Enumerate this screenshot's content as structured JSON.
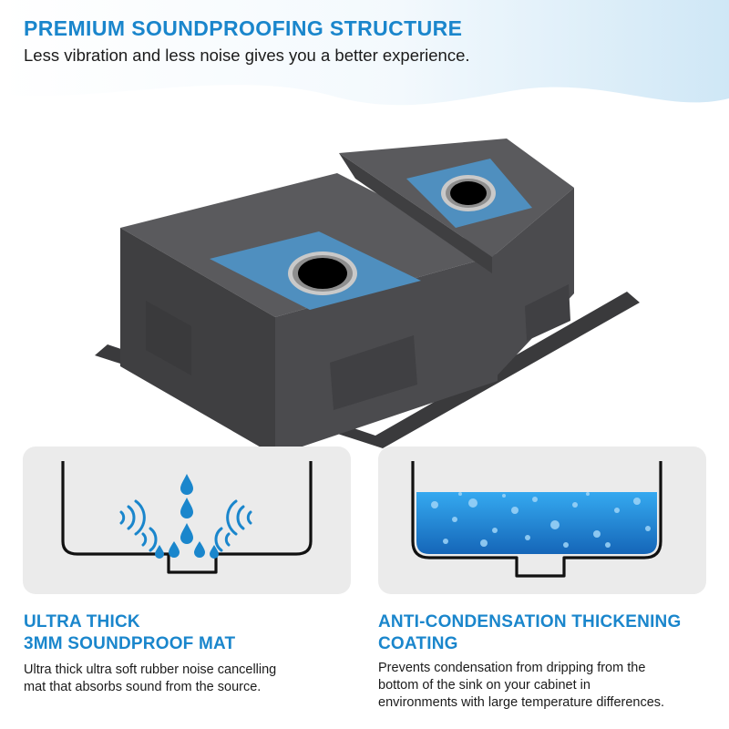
{
  "header": {
    "title": "PREMIUM SOUNDPROOFING STRUCTURE",
    "subtitle": "Less vibration and less noise gives you a better experience."
  },
  "features": [
    {
      "title_line1": "ULTRA THICK",
      "title_line2": "3MM SOUNDPROOF MAT",
      "desc_line1": "Ultra thick ultra soft rubber noise cancelling",
      "desc_line2": "mat that absorbs sound from the source."
    },
    {
      "title_line1": "ANTI-CONDENSATION THICKENING",
      "title_line2": "COATING",
      "desc_line1": "Prevents condensation from dripping from the",
      "desc_line2": "bottom of the sink on your cabinet in",
      "desc_line3": "environments with large temperature differences."
    }
  ],
  "colors": {
    "accent": "#1a86cc",
    "text": "#1b1b1b",
    "panel": "#ebebeb",
    "sink_body": "#4d4d4f",
    "mat_blue": "#4f8fbf"
  }
}
